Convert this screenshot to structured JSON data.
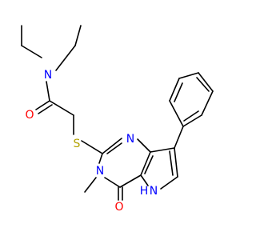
{
  "molecule": {
    "colors": {
      "bond": "#000000",
      "N": "#0000ff",
      "O": "#ff0000",
      "S": "#b2a200",
      "background": "#ffffff"
    },
    "atoms": {
      "amide_N": "N",
      "amide_O": "O",
      "thioether_S": "S",
      "pyrimidine_N_top": "N",
      "pyrimidine_N_methyl": "N",
      "carbonyl_O": "O",
      "pyrrole_NH": "N",
      "pyrrole_H": "H"
    }
  }
}
